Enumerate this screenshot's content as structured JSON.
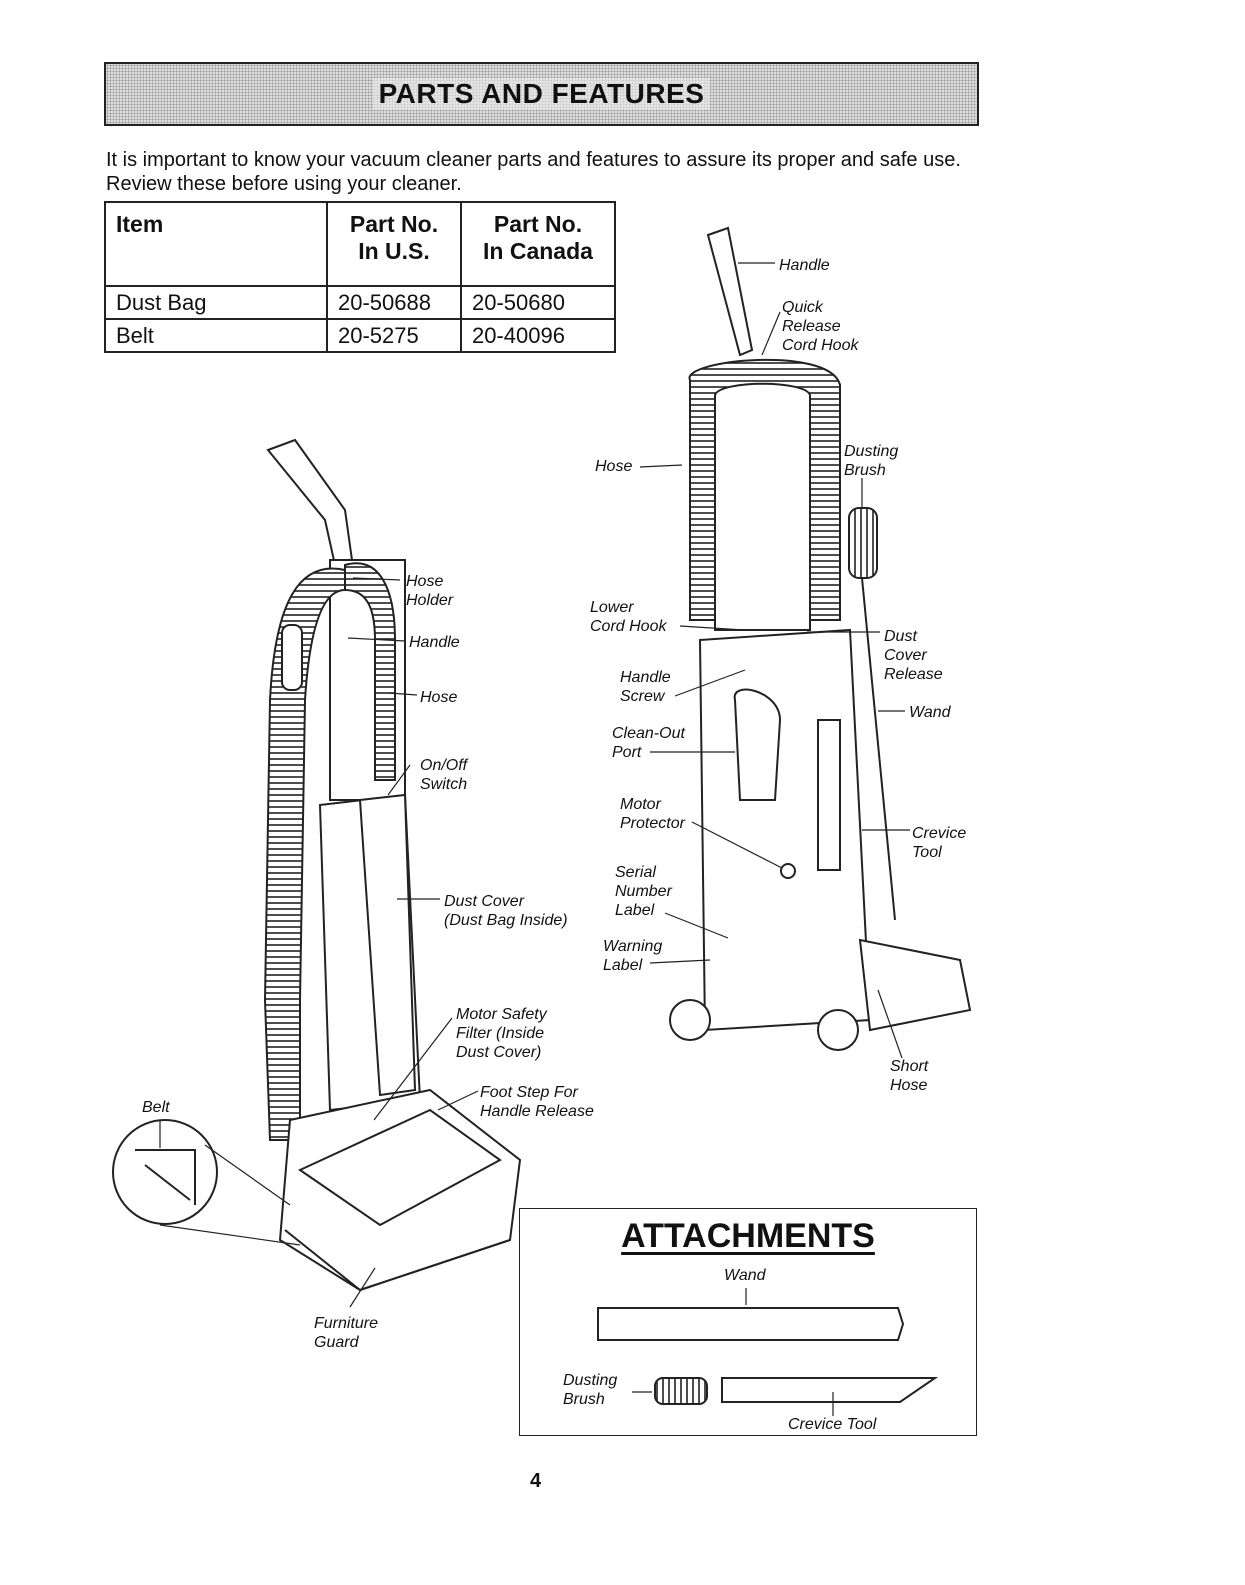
{
  "header": {
    "title": "PARTS AND FEATURES"
  },
  "intro": "It is important to know your vacuum cleaner parts and features to assure its proper and safe use. Review these before using your cleaner.",
  "table": {
    "headers": {
      "item": "Item",
      "us_1": "Part No.",
      "us_2": "In U.S.",
      "ca_1": "Part No.",
      "ca_2": "In Canada"
    },
    "rows": [
      {
        "item": "Dust Bag",
        "us": "20-50688",
        "ca": "20-50680"
      },
      {
        "item": "Belt",
        "us": "20-5275",
        "ca": "20-40096"
      }
    ]
  },
  "front_labels": {
    "hose_holder": [
      "Hose",
      "Holder"
    ],
    "handle": "Handle",
    "hose": "Hose",
    "on_off": [
      "On/Off",
      "Switch"
    ],
    "dust_cover": [
      "Dust Cover",
      "(Dust Bag Inside)"
    ],
    "motor_filter": [
      "Motor Safety",
      "Filter (Inside",
      "Dust Cover)"
    ],
    "foot_step": [
      "Foot Step For",
      "Handle Release"
    ],
    "belt": "Belt",
    "furniture_guard": [
      "Furniture",
      "Guard"
    ]
  },
  "rear_labels": {
    "handle": "Handle",
    "quick_release": [
      "Quick",
      "Release",
      "Cord Hook"
    ],
    "hose": "Hose",
    "dusting_brush": [
      "Dusting",
      "Brush"
    ],
    "lower_cord_hook": [
      "Lower",
      "Cord Hook"
    ],
    "handle_screw": [
      "Handle",
      "Screw"
    ],
    "clean_out": [
      "Clean-Out",
      "Port"
    ],
    "motor_protector": [
      "Motor",
      "Protector"
    ],
    "serial": [
      "Serial",
      "Number",
      "Label"
    ],
    "warning": [
      "Warning",
      "Label"
    ],
    "dust_cover_release": [
      "Dust",
      "Cover",
      "Release"
    ],
    "wand": "Wand",
    "crevice_tool": [
      "Crevice",
      "Tool"
    ],
    "short_hose": [
      "Short",
      "Hose"
    ]
  },
  "attachments": {
    "title": "ATTACHMENTS",
    "wand": "Wand",
    "dusting_brush": [
      "Dusting",
      "Brush"
    ],
    "crevice_tool": "Crevice Tool"
  },
  "page_number": "4"
}
